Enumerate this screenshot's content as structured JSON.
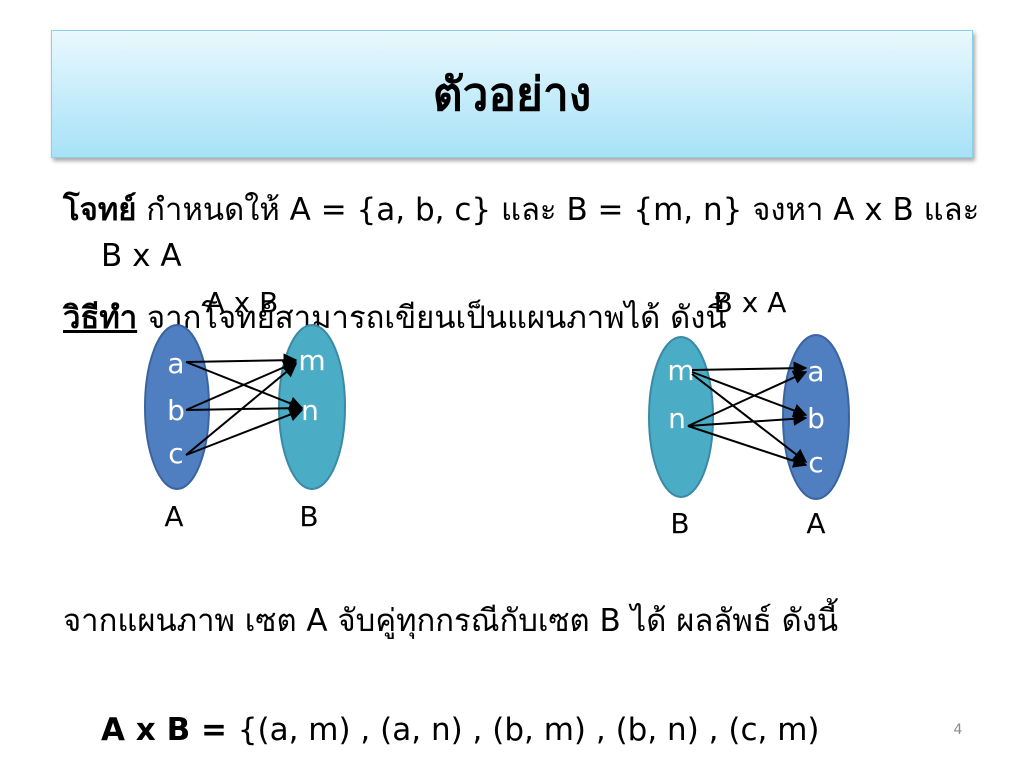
{
  "title": "ตัวอย่าง",
  "problem": {
    "label": "โจทย์",
    "text": " กำหนดให้ A = {a, b, c} และ B = {m, n} จงหา A x B และ B x A"
  },
  "method": {
    "label": "วิธีทำ",
    "text": "  จากโจทย์สามารถเขียนเป็นแผนภาพได้ ดังนี้"
  },
  "diagram_left": {
    "heading": "A x B",
    "domain_name": "A",
    "codomain_name": "B",
    "domain_elements": [
      "a",
      "b",
      "c"
    ],
    "codomain_elements": [
      "m",
      "n"
    ],
    "domain_color": "#4f7fc0",
    "codomain_color": "#4bacc6"
  },
  "diagram_right": {
    "heading": "B x A",
    "domain_name": "B",
    "codomain_name": "A",
    "domain_elements": [
      "m",
      "n"
    ],
    "codomain_elements": [
      "a",
      "b",
      "c"
    ],
    "domain_color": "#4bacc6",
    "codomain_color": "#4f7fc0"
  },
  "conclusion": {
    "text": "จากแผนภาพ เซต A จับคู่ทุกกรณีกับเซต B ได้ ผลลัพธ์ ดังนี้"
  },
  "result": {
    "label": "A x B = ",
    "text": "{(a, m) , (a, n) , (b, m) , (b, n) , (c, m)"
  },
  "slide_number": "4"
}
